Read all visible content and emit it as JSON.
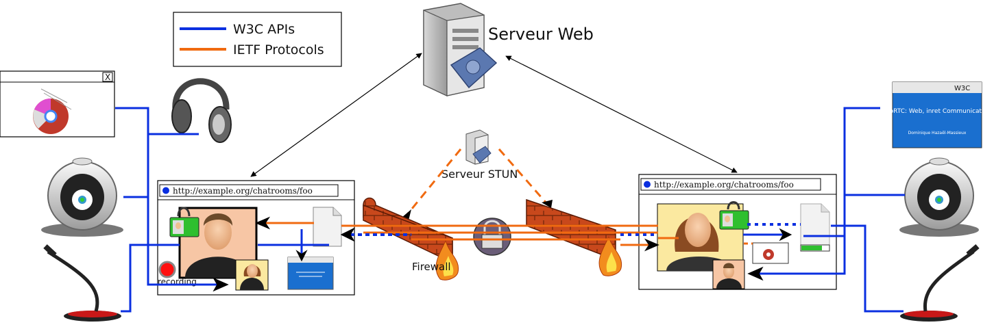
{
  "legend": {
    "w3c_label": "W3C APIs",
    "ietf_label": "IETF Protocols",
    "colors": {
      "w3c": "#0a2fe0",
      "ietf": "#f06a10"
    }
  },
  "servers": {
    "web": "Serveur Web",
    "stun": "Serveur STUN"
  },
  "firewall_label": "Firewall",
  "left_client": {
    "url": "http://example.org/chatrooms/foo",
    "recording_label": "recording",
    "popup_close": "X"
  },
  "right_client": {
    "url": "http://example.org/chatrooms/foo",
    "slide": {
      "header": "W3C",
      "title": "WebRTC: Web, inret Communications",
      "author": "Dominique Hazaël-Massieux"
    }
  },
  "icons": {
    "server": "server-icon",
    "headphones": "headphones-icon",
    "webcam": "webcam-icon",
    "microphone": "microphone-icon",
    "lock": "lock-icon",
    "file": "file-icon",
    "id_card": "id-card-icon"
  }
}
